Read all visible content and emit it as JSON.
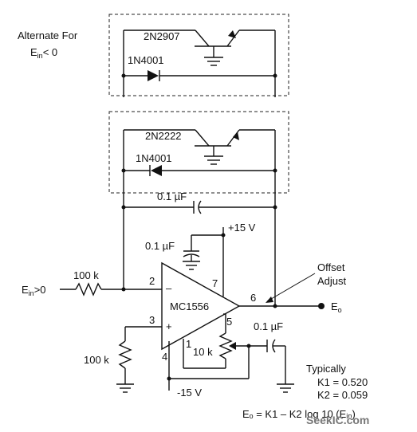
{
  "labels": {
    "alt_line1": "Alternate For",
    "alt_ein": "E",
    "alt_ein_sub": "in",
    "alt_cond": "< 0",
    "q_pnp": "2N2907",
    "q_npn": "2N2222",
    "diode_top": "1N4001",
    "diode_bottom": "1N4001",
    "cap_feedback": "0.1 µF",
    "supply_pos": "+15 V",
    "cap_supply": "0.1 µF",
    "opamp": "MC1556",
    "pin_inv": "2",
    "pin_v_pos": "7",
    "pin_out": "6",
    "pin_noninv": "3",
    "pin_offset_a": "5",
    "pin_offset_b": "1",
    "pin_v_neg": "4",
    "minus_sign": "–",
    "plus_sign": "+",
    "input_res": "100 k",
    "input_ein": "E",
    "input_ein_sub": "in",
    "input_cond": ">0",
    "ground_res": "100 k",
    "pot": "10 k",
    "cap_offset": "0.1 µF",
    "supply_neg": "-15 V",
    "offset_line1": "Offset",
    "offset_line2": "Adjust",
    "output_e": "E",
    "output_sub": "o",
    "typ_title": "Typically",
    "k1": "K1 = 0.520",
    "k2": "K2 = 0.059",
    "formula": "Eₒ = K1 – K2 log 10 (Eᵢₙ)",
    "watermark": "SeekIC.com"
  }
}
